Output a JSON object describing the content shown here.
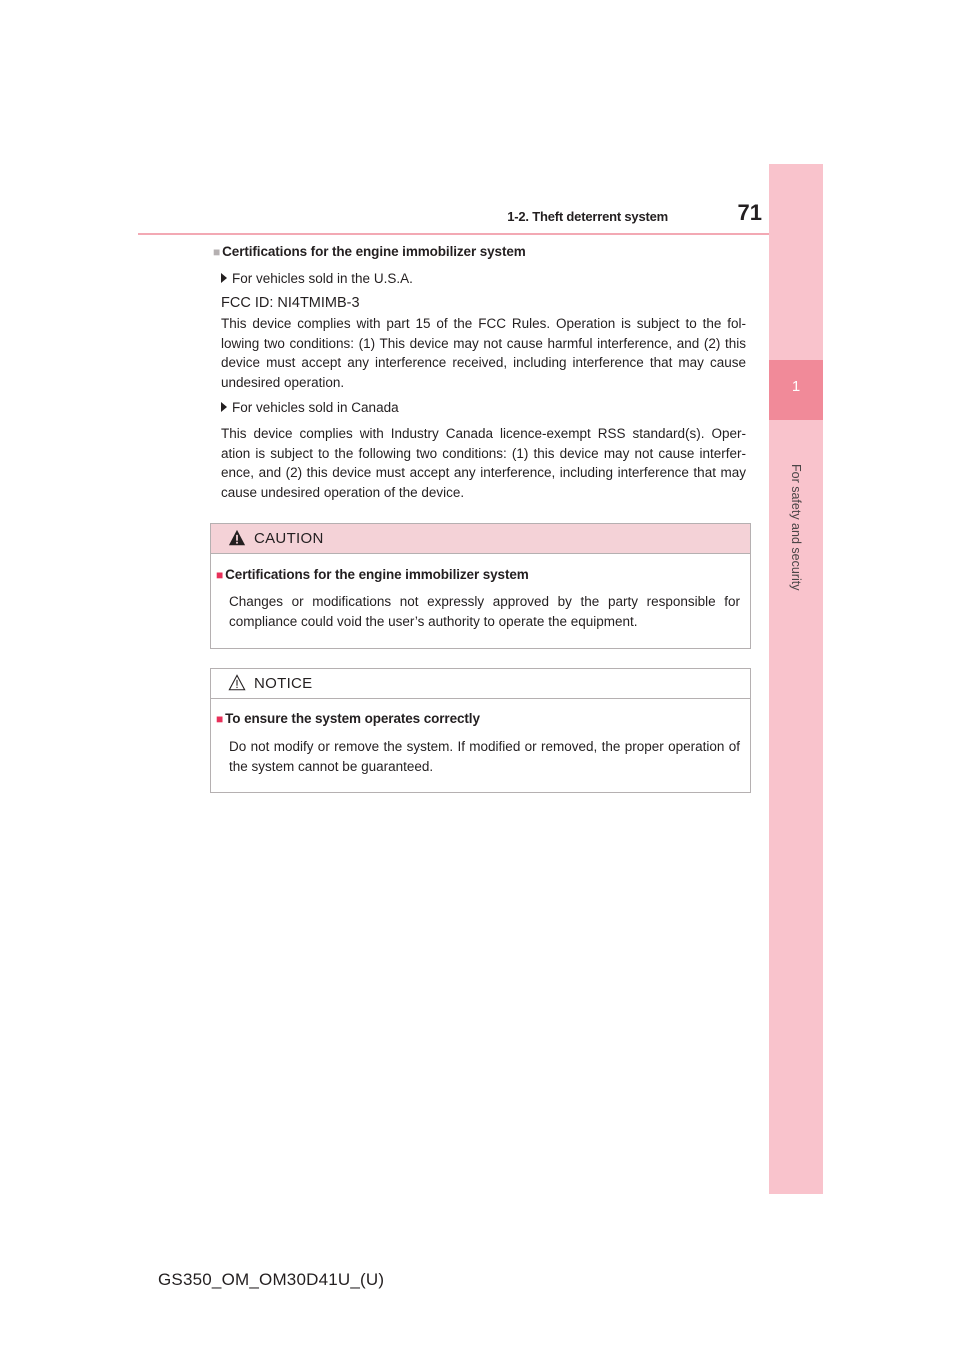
{
  "header": {
    "section_title": "1-2. Theft deterrent system",
    "page_number": "71"
  },
  "side_tab": {
    "chapter_number": "1",
    "chapter_title": "For safety and security",
    "color_tab": "#f9c3cc",
    "color_number_block": "#f18a99"
  },
  "main": {
    "subheading": "Certifications for the engine immobilizer system",
    "usa": {
      "label": "For vehicles sold in the U.S.A.",
      "fcc_id": "FCC ID: NI4TMIMB-3",
      "text": "This device complies with part 15 of the FCC Rules. Operation is subject to the fol-lowing two conditions: (1) This device may not cause harmful interference, and (2) this device must accept any interference received, including interference that may cause undesired operation."
    },
    "canada": {
      "label": "For vehicles sold in Canada",
      "text": "This device complies with Industry Canada licence-exempt RSS standard(s). Oper-ation is subject to the following two conditions: (1) this device may not cause interfer-ence, and (2) this device must accept any interference, including interference that may cause undesired operation of the device."
    }
  },
  "caution_box": {
    "title": "CAUTION",
    "subheading": "Certifications for the engine immobilizer system",
    "text": "Changes or modifications not expressly approved by the party responsible for compliance could void the user’s authority to operate the equipment.",
    "header_color": "#f4d2d7"
  },
  "notice_box": {
    "title": "NOTICE",
    "subheading": "To ensure the system operates correctly",
    "text": "Do not modify or remove the system. If modified or removed, the proper operation of the system cannot be guaranteed."
  },
  "footer": {
    "code": "GS350_OM_OM30D41U_(U)"
  }
}
